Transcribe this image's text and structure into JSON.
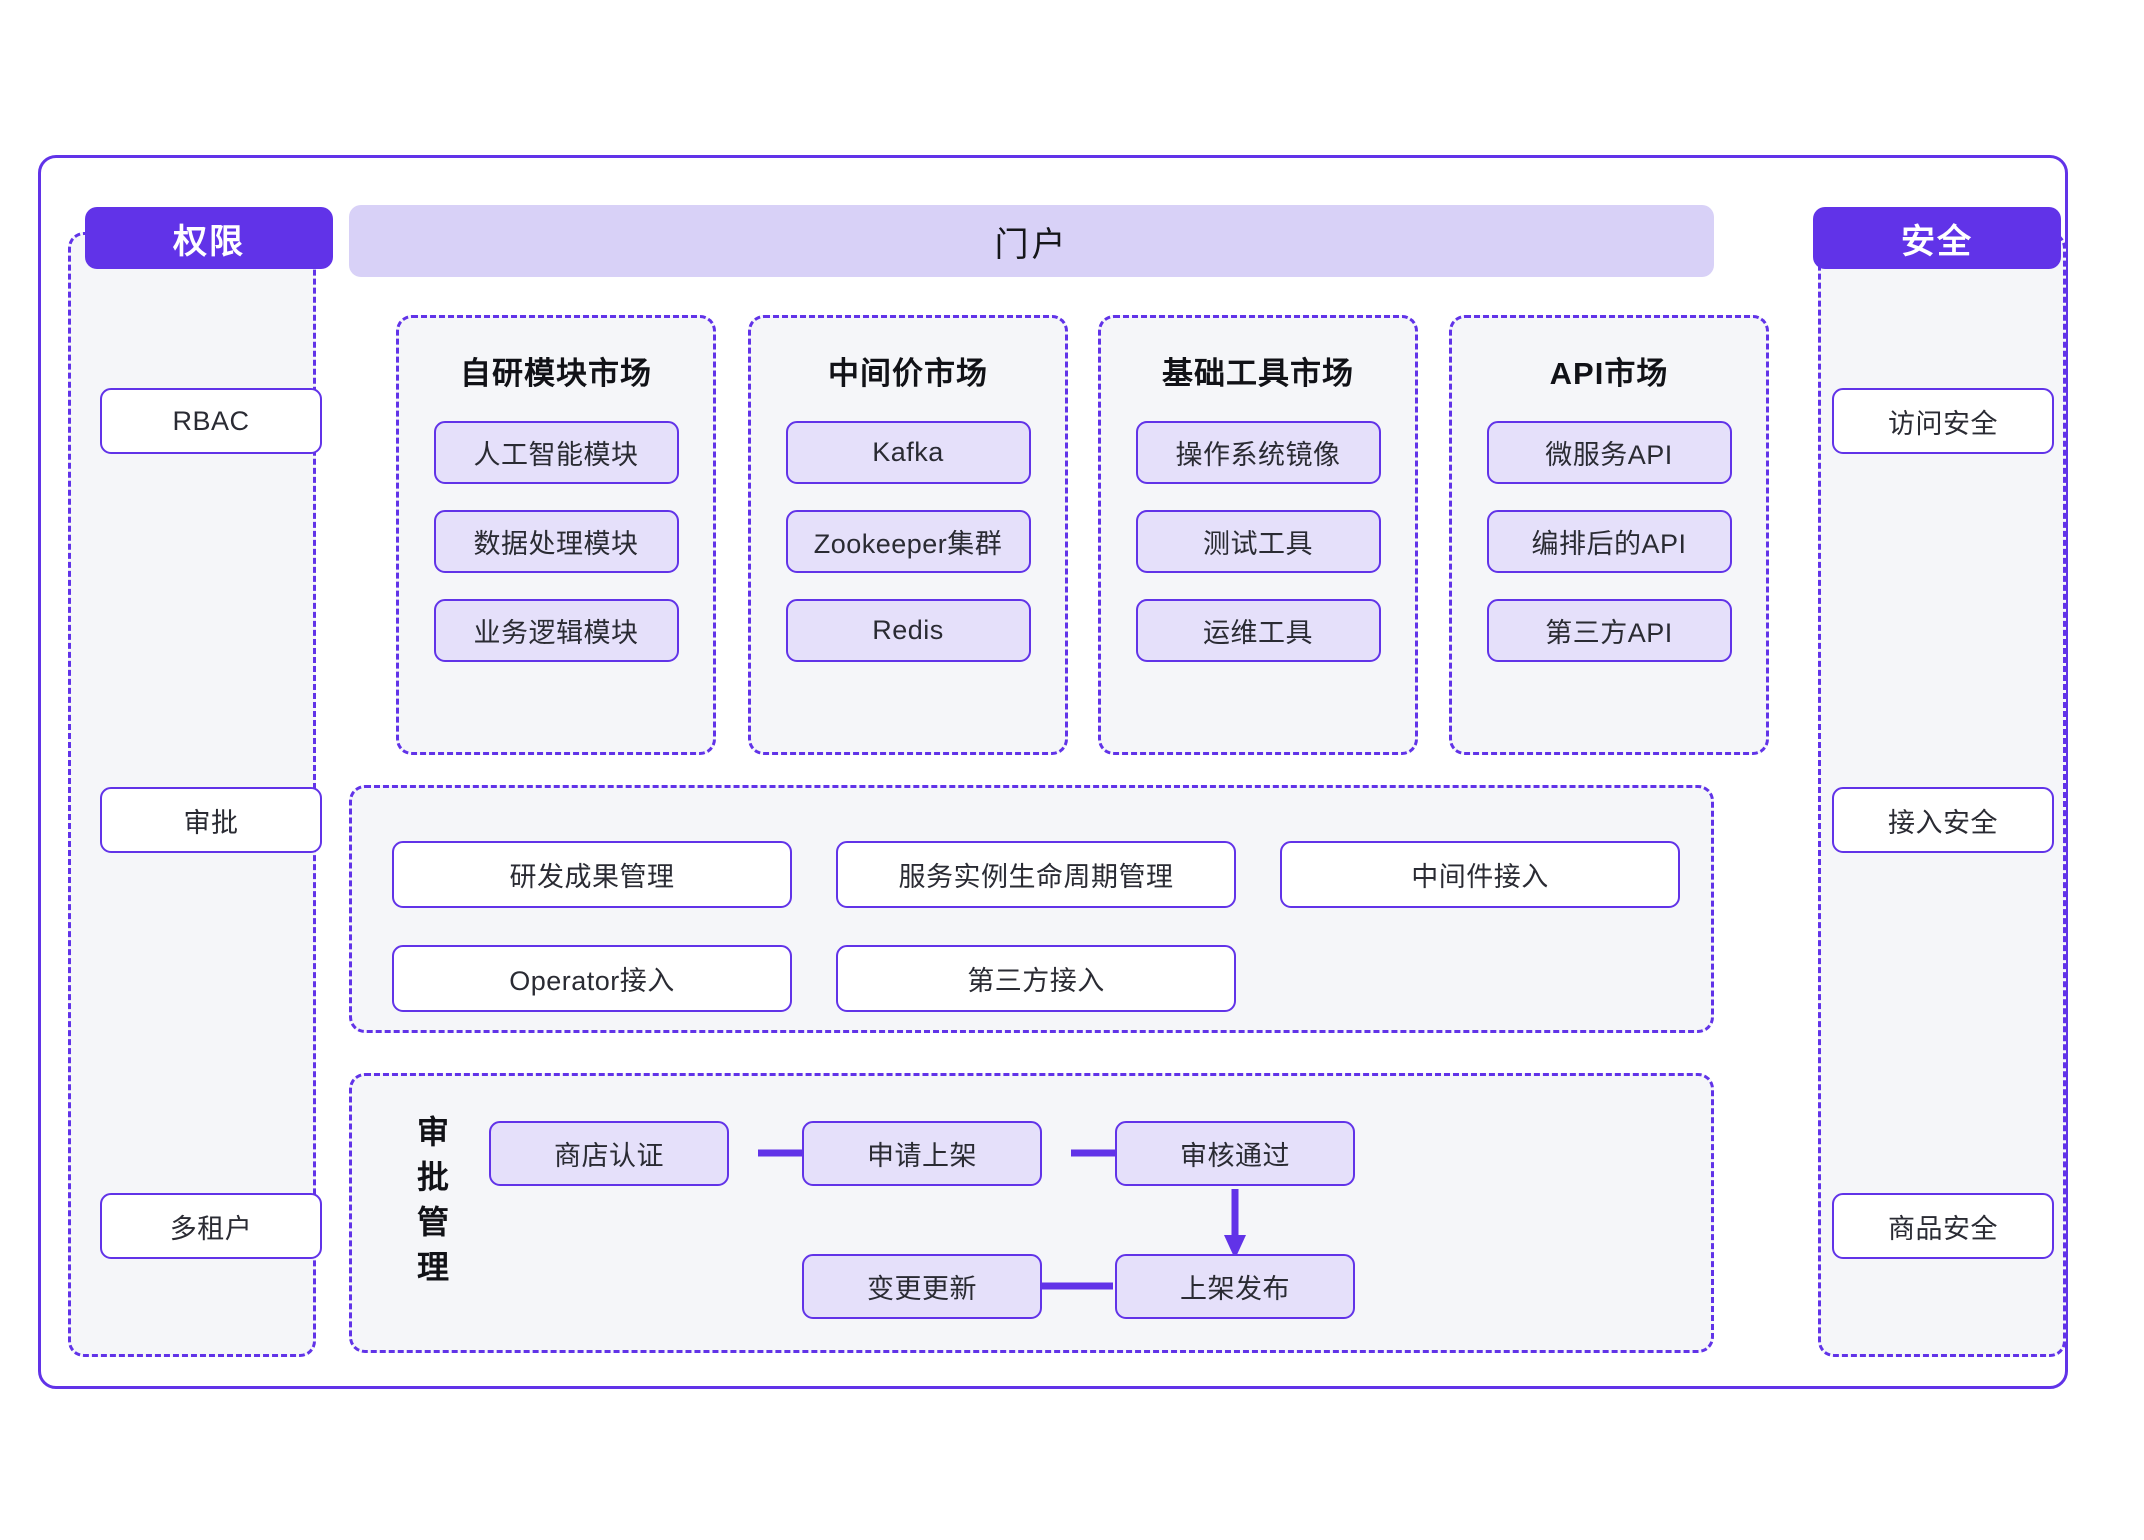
{
  "diagram": {
    "colors": {
      "accent": "#6133e8",
      "banner_fill": "#d8d1f7",
      "chip_fill": "#e5e0fa",
      "panel_fill": "#f5f6f9",
      "box_fill": "#ffffff",
      "text": "#2a2b33"
    },
    "portal": {
      "title": "门户"
    },
    "left_column": {
      "badge": "权限",
      "items": [
        {
          "label": "RBAC"
        },
        {
          "label": "审批"
        },
        {
          "label": "多租户"
        }
      ]
    },
    "right_column": {
      "badge": "安全",
      "items": [
        {
          "label": "访问安全"
        },
        {
          "label": "接入安全"
        },
        {
          "label": "商品安全"
        }
      ]
    },
    "markets": [
      {
        "title": "自研模块市场",
        "items": [
          "人工智能模块",
          "数据处理模块",
          "业务逻辑模块"
        ]
      },
      {
        "title": "中间价市场",
        "items": [
          "Kafka",
          "Zookeeper集群",
          "Redis"
        ]
      },
      {
        "title": "基础工具市场",
        "items": [
          "操作系统镜像",
          "测试工具",
          "运维工具"
        ]
      },
      {
        "title": "API市场",
        "items": [
          "微服务API",
          "编排后的API",
          "第三方API"
        ]
      }
    ],
    "capabilities": {
      "row1": [
        "研发成果管理",
        "服务实例生命周期管理",
        "中间件接入"
      ],
      "row2": [
        "Operator接入",
        "第三方接入"
      ]
    },
    "workflow": {
      "label_chars": [
        "审",
        "批",
        "管",
        "理"
      ],
      "steps": [
        {
          "label": "商店认证"
        },
        {
          "label": "申请上架"
        },
        {
          "label": "审核通过"
        },
        {
          "label": "上架发布"
        },
        {
          "label": "变更更新"
        }
      ],
      "arrows": [
        {
          "name": "arrow-cert-to-apply",
          "direction": "right"
        },
        {
          "name": "arrow-apply-to-approved",
          "direction": "right"
        },
        {
          "name": "arrow-approved-to-published",
          "direction": "down"
        },
        {
          "name": "arrow-published-to-update",
          "direction": "left"
        }
      ]
    }
  }
}
